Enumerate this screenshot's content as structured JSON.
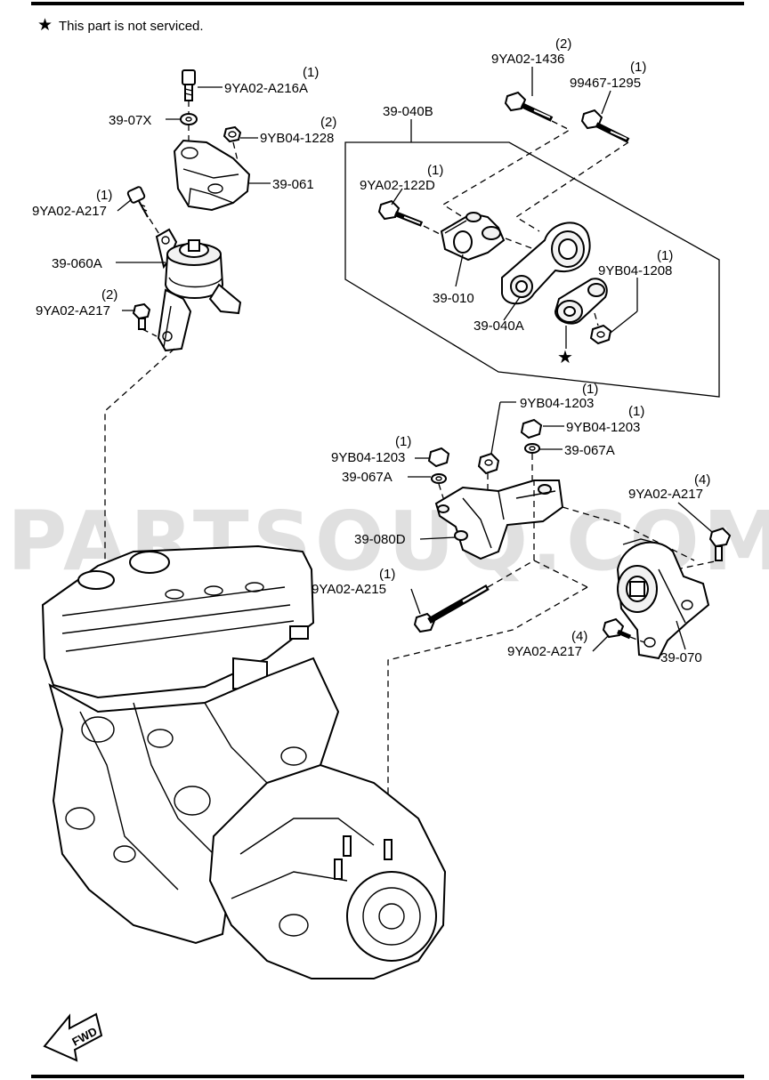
{
  "note": {
    "star": "★",
    "text": "This part is not serviced."
  },
  "watermark": "PARTSOUQ.COM",
  "fwd_label": "FWD",
  "callouts": [
    {
      "id": "c1",
      "code": "9YA02-A216A",
      "qty": "(1)"
    },
    {
      "id": "c2",
      "code": "39-07X",
      "qty": ""
    },
    {
      "id": "c3",
      "code": "9YB04-1228",
      "qty": "(2)"
    },
    {
      "id": "c4",
      "code": "39-061",
      "qty": ""
    },
    {
      "id": "c5",
      "code": "9YA02-A217",
      "qty": "(1)"
    },
    {
      "id": "c6",
      "code": "39-060A",
      "qty": ""
    },
    {
      "id": "c7",
      "code": "9YA02-A217",
      "qty": "(2)"
    },
    {
      "id": "c8",
      "code": "39-040B",
      "qty": ""
    },
    {
      "id": "c9",
      "code": "9YA02-1436",
      "qty": "(2)"
    },
    {
      "id": "c10",
      "code": "99467-1295",
      "qty": "(1)"
    },
    {
      "id": "c11",
      "code": "9YA02-122D",
      "qty": "(1)"
    },
    {
      "id": "c12",
      "code": "39-010",
      "qty": ""
    },
    {
      "id": "c13",
      "code": "39-040A",
      "qty": ""
    },
    {
      "id": "c14",
      "code": "9YB04-1208",
      "qty": "(1)"
    },
    {
      "id": "c15",
      "code": "9YB04-1203",
      "qty": "(1)"
    },
    {
      "id": "c16",
      "code": "9YB04-1203",
      "qty": "(1)"
    },
    {
      "id": "c17",
      "code": "39-067A",
      "qty": ""
    },
    {
      "id": "c18",
      "code": "9YB04-1203",
      "qty": "(1)"
    },
    {
      "id": "c19",
      "code": "39-067A",
      "qty": ""
    },
    {
      "id": "c20",
      "code": "39-080D",
      "qty": ""
    },
    {
      "id": "c21",
      "code": "9YA02-A217",
      "qty": "(4)"
    },
    {
      "id": "c22",
      "code": "9YA02-A215",
      "qty": "(1)"
    },
    {
      "id": "c23",
      "code": "9YA02-A217",
      "qty": "(4)"
    },
    {
      "id": "c24",
      "code": "39-070",
      "qty": ""
    }
  ],
  "not_serviced_marker": "★"
}
